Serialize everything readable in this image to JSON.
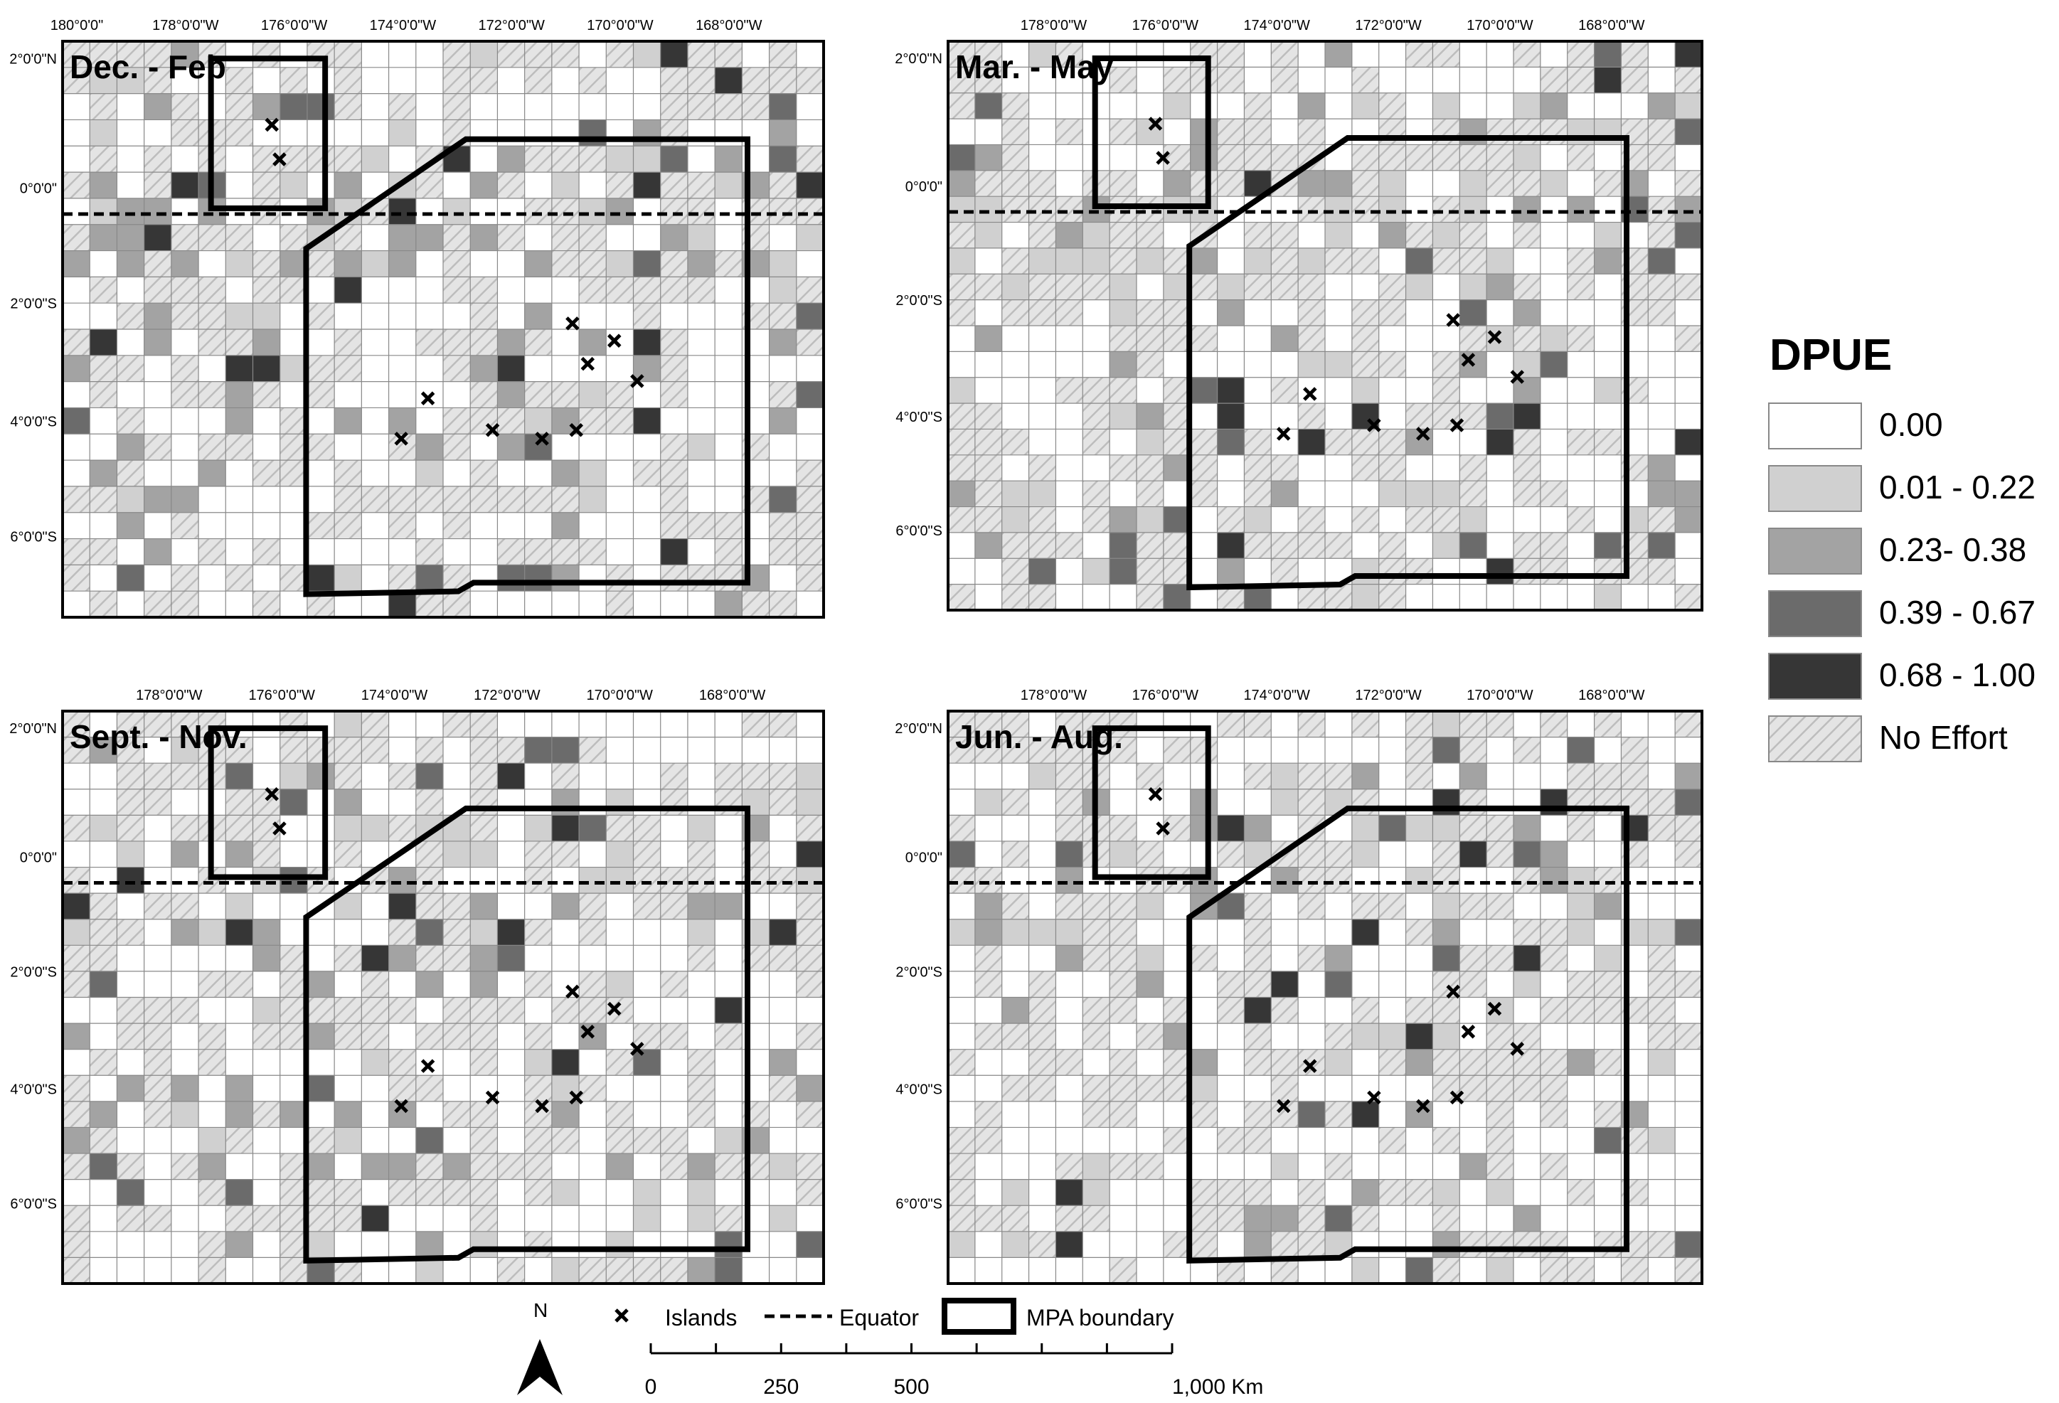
{
  "colors": {
    "c0": "#ffffff",
    "c1": "#d0d0d0",
    "c2": "#a3a3a3",
    "c3": "#6b6b6b",
    "c4": "#363636",
    "hatch_bg": "#e4e4e4",
    "hatch_line": "#bdbdbd",
    "grid_line": "#888888"
  },
  "panels": [
    {
      "title": "Dec. - Feb",
      "lon_labels": [
        "180°0'0\"",
        "178°0'0\"W",
        "176°0'0\"W",
        "174°0'0\"W",
        "172°0'0\"W",
        "170°0'0\"W",
        "168°0'0\"W"
      ],
      "lat_labels": [
        "2°0'0\"N",
        "0°0'0\"",
        "2°0'0\"S",
        "4°0'0\"S",
        "6°0'0\"S"
      ],
      "seed": 11
    },
    {
      "title": "Mar. - May",
      "lon_labels": [
        "178°0'0\"W",
        "176°0'0\"W",
        "174°0'0\"W",
        "172°0'0\"W",
        "170°0'0\"W",
        "168°0'0\"W"
      ],
      "lat_labels": [
        "2°0'0\"N",
        "0°0'0\"",
        "2°0'0\"S",
        "4°0'0\"S",
        "6°0'0\"S"
      ],
      "seed": 23
    },
    {
      "title": "Sept. - Nov.",
      "lon_labels": [
        "178°0'0\"W",
        "176°0'0\"W",
        "174°0'0\"W",
        "172°0'0\"W",
        "170°0'0\"W",
        "168°0'0\"W"
      ],
      "lat_labels": [
        "2°0'0\"N",
        "0°0'0\"",
        "2°0'0\"S",
        "4°0'0\"S",
        "6°0'0\"S"
      ],
      "seed": 37
    },
    {
      "title": "Jun. - Aug.",
      "lon_labels": [
        "178°0'0\"W",
        "176°0'0\"W",
        "174°0'0\"W",
        "172°0'0\"W",
        "170°0'0\"W",
        "168°0'0\"W"
      ],
      "lat_labels": [
        "2°0'0\"N",
        "0°0'0\"",
        "2°0'0\"S",
        "4°0'0\"S",
        "6°0'0\"S"
      ],
      "seed": 53
    }
  ],
  "legend": {
    "title": "DPUE",
    "items": [
      {
        "label": "0.00",
        "class": "c0"
      },
      {
        "label": "0.01 - 0.22",
        "class": "c1"
      },
      {
        "label": "0.23- 0.38",
        "class": "c2"
      },
      {
        "label": "0.39 - 0.67",
        "class": "c3"
      },
      {
        "label": "0.68 - 1.00",
        "class": "c4"
      },
      {
        "label": "No Effort",
        "class": "hatch"
      }
    ]
  },
  "key": {
    "islands": "Islands",
    "equator": "Equator",
    "mpa": "MPA boundary"
  },
  "north": "N",
  "scale": {
    "labels": [
      "0",
      "250",
      "500",
      "1,000 Km"
    ]
  }
}
